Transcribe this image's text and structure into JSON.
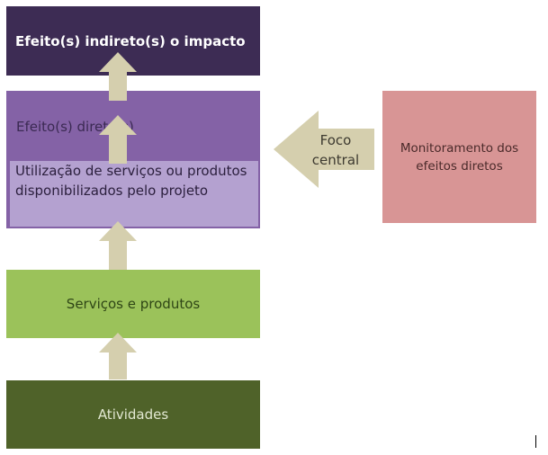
{
  "boxes": {
    "impact": "Efeito(s) indireto(s) o impacto",
    "direct_effects": "Efeito(s) direto(s)",
    "utilization": "Utilização de serviços ou produtos disponibilizados pelo projeto",
    "services": "Serviços e produtos",
    "activities": "Atividades",
    "monitoring": "Monitoramento dos efeitos diretos"
  },
  "focus_arrow": {
    "line1": "Foco",
    "line2": "central"
  },
  "colors": {
    "impact": "#3d2c54",
    "direct_effects": "#8462a6",
    "utilization": "#b4a1d0",
    "services": "#9bc25a",
    "activities": "#4f6229",
    "monitoring": "#d89595",
    "arrows": "#d5cfae"
  }
}
